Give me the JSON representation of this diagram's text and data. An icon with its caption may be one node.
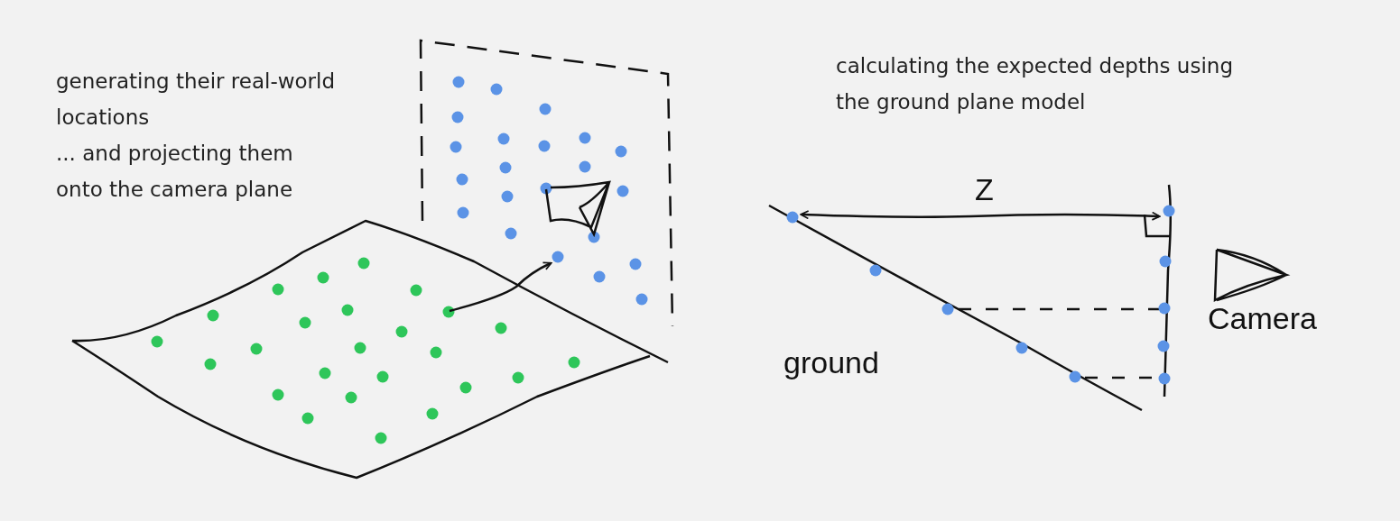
{
  "diagram": {
    "nodes": [
      {
        "text": [],
        "shape": "picture"
      },
      {
        "text": [],
        "shape": "picture"
      }
    ],
    "edges": [
      {
        "from": 0,
        "to": 1,
        "arrow": "to"
      }
    ],
    "labels": [
      "generating their real-world locations",
      "... and projecting them onto the camera plane",
      "calculating the expected depths using the ground plane model",
      "Z",
      "ground",
      "Camera"
    ]
  }
}
